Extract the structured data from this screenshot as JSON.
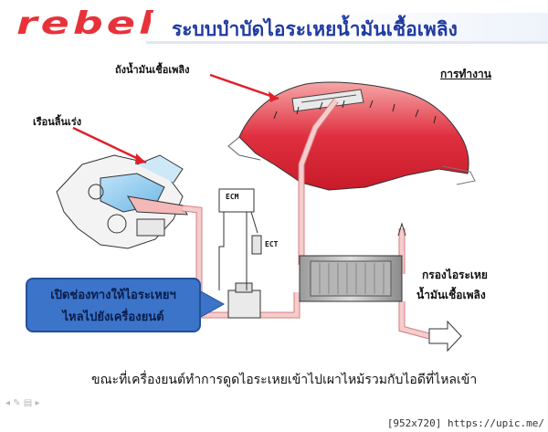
{
  "header": {
    "logo": "rebel",
    "title": "ระบบบำบัดไอระเหยน้ำมันเชื้อเพลิง"
  },
  "labels": {
    "fuel_tank": "ถังน้ำมันเชื้อเพลิง",
    "how_it_works": "การทำงาน",
    "throttle_body": "เรือนลิ้นเร่ง",
    "ecm": "ECM",
    "ect": "ECT",
    "filter_line1": "กรองไอระเหย",
    "filter_line2": "น้ำมันเชื้อเพลิง"
  },
  "callout": {
    "line1": "เปิดช่องทางให้ไอระเหยฯ",
    "line2": "ไหลไปยังเครื่องยนต์"
  },
  "caption": "ขณะที่เครื่องยนต์ทำการดูดไอระเหยเข้าไปเผาไหม้รวมกับไอดีที่ไหลเข้า",
  "watermark": "[952x720] https://upic.me/",
  "nav_icons": [
    "prev-icon",
    "pen-icon",
    "menu-icon",
    "next-icon"
  ],
  "colors": {
    "brand": "#e8323a",
    "title": "#1f3aa0",
    "callout": "#3b74c9",
    "pipe": "#f4c4c4",
    "tank": "#d9202e"
  }
}
